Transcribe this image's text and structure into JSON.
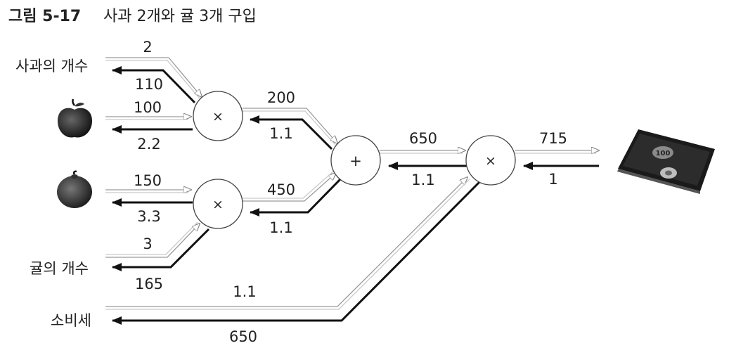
{
  "figure": {
    "number": "그림 5-17",
    "caption": "사과 2개와 귤 3개 구입"
  },
  "inputs": {
    "apple_count": "사과의 개수",
    "orange_count": "귤의 개수",
    "tax": "소비세"
  },
  "nodes": {
    "mul_apple": "×",
    "mul_orange": "×",
    "add": "+",
    "mul_tax": "×"
  },
  "forward": {
    "apple_count": "2",
    "apple_price": "100",
    "orange_price": "150",
    "orange_count": "3",
    "apple_total": "200",
    "orange_total": "450",
    "sum": "650",
    "result": "715",
    "tax": "1.1"
  },
  "backward": {
    "apple_count": "110",
    "apple_price": "2.2",
    "orange_price": "3.3",
    "orange_count": "165",
    "apple_total": "1.1",
    "orange_total": "1.1",
    "sum": "1.1",
    "result": "1",
    "tax": "650"
  },
  "icons": [
    "apple-icon",
    "orange-icon",
    "wallet-icon"
  ],
  "colors": {
    "forward_arrow": "#9a9a9a",
    "backward_arrow": "#111111",
    "node_stroke": "#444444"
  }
}
